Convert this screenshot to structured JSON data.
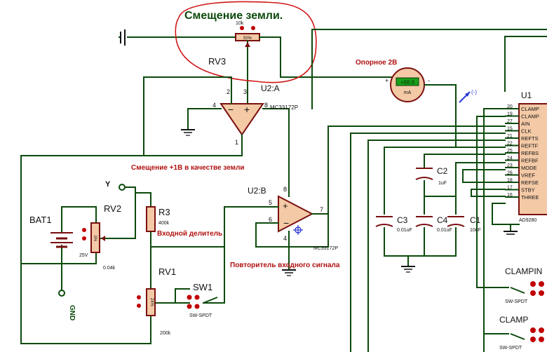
{
  "annotation": {
    "title": "Смещение земли."
  },
  "rv3": {
    "ref": "RV3",
    "value": "10k",
    "pct": "50%"
  },
  "u2a": {
    "ref": "U2:A",
    "part": "MC33172P",
    "pin8": "8",
    "pin4": "4",
    "pin1": "1",
    "pin2": "2",
    "pin3": "3"
  },
  "u2b": {
    "ref": "U2:B",
    "part": "MC33172P",
    "pin5": "5",
    "pin6": "6",
    "pin7": "7",
    "pin8": "8",
    "pin4": "4"
  },
  "meter": {
    "label": "Опорное 2В",
    "reading": "+88.8",
    "unit": "mA",
    "plus": "+",
    "minus": "-"
  },
  "bias_label": "Смещение +1В в качестве земли",
  "divider_label": "Входной делитель",
  "follower_label": "Повторитель входного сигнала",
  "y_label": "Y",
  "gnd_label": "GND",
  "bat1": {
    "ref": "BAT1",
    "value": "25V"
  },
  "rv2": {
    "ref": "RV2",
    "pct": "0%",
    "value": "0.04k"
  },
  "r3": {
    "ref": "R3",
    "value": "400k"
  },
  "rv1": {
    "ref": "RV1",
    "pct": "24%",
    "value": "200k"
  },
  "sw1": {
    "ref": "SW1",
    "type": "SW-SPDT"
  },
  "c2": {
    "ref": "C2",
    "value": "1uF"
  },
  "c3": {
    "ref": "C3",
    "value": "0.01uF"
  },
  "c4": {
    "ref": "C4",
    "value": "0.01uF"
  },
  "c1": {
    "ref": "C1",
    "value": "10uF"
  },
  "u1": {
    "ref": "U1",
    "part": "AD9280",
    "pins": [
      {
        "num": "20",
        "name": "CLAMP"
      },
      {
        "num": "19",
        "name": "CLAMP"
      },
      {
        "num": "27",
        "name": "AIN"
      },
      {
        "num": "15",
        "name": "CLK"
      },
      {
        "num": "21",
        "name": "REFTS"
      },
      {
        "num": "22",
        "name": "REFTF"
      },
      {
        "num": "25",
        "name": "REFBS"
      },
      {
        "num": "24",
        "name": "REFBF"
      },
      {
        "num": "23",
        "name": "MODE"
      },
      {
        "num": "26",
        "name": "VREF"
      },
      {
        "num": "18",
        "name": "REFSE"
      },
      {
        "num": "17",
        "name": "STBY"
      },
      {
        "num": "16",
        "name": "THREE"
      }
    ]
  },
  "clampin": {
    "ref": "CLAMPIN",
    "type": "SW-SPDT"
  },
  "clamp": {
    "ref": "CLAMP",
    "type": "SW-SPDT"
  },
  "probe_label": "(-)",
  "colors": {
    "wire": "#0b4a0b",
    "component": "#7a0f0f",
    "annotation": "#d01818",
    "pin": "#b01010",
    "meter_display": "#19a019"
  }
}
